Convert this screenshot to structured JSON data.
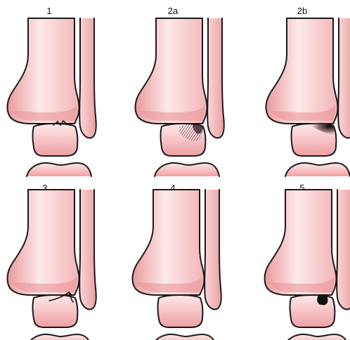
{
  "panels": [
    {
      "label": "1",
      "lesion": "crack"
    },
    {
      "label": "2a",
      "lesion": "cyst-hatch"
    },
    {
      "label": "2b",
      "lesion": "corner-shadow"
    },
    {
      "label": "3",
      "lesion": "displaced-fragment"
    },
    {
      "label": "4",
      "lesion": "none"
    },
    {
      "label": "5",
      "lesion": "black-cyst"
    }
  ],
  "colors": {
    "bone_fill": "#f6c6c6",
    "bone_light": "#fde9e9",
    "bone_dark": "#ea9a9c",
    "outline": "#1a1a1a",
    "lesion": "#111111",
    "background": "#ffffff"
  }
}
